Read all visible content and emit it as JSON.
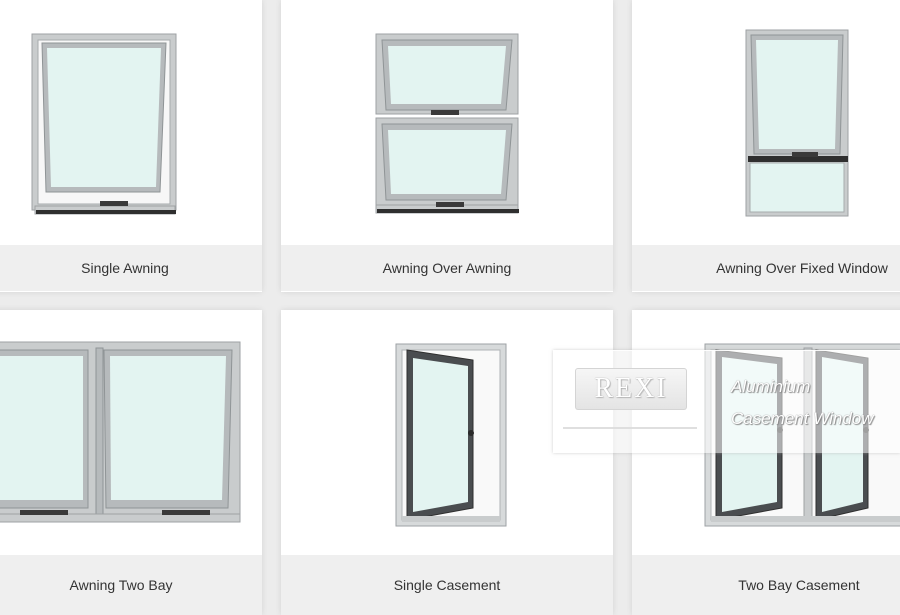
{
  "products": [
    {
      "title": "Single Awning"
    },
    {
      "title": "Awning Over Awning"
    },
    {
      "title": "Awning Over Fixed Window"
    },
    {
      "title": "Awning Two Bay"
    },
    {
      "title": "Single Casement"
    },
    {
      "title": "Two Bay Casement"
    }
  ],
  "watermark": {
    "logo": "REXI",
    "line1": "Aluminium",
    "line2": "Casement Window"
  },
  "colors": {
    "frame": "#b9bcbe",
    "glass": "#e3f4f1",
    "hardware": "#3a3a3a",
    "caption_bg": "#efefef",
    "caption_text": "#333333"
  }
}
